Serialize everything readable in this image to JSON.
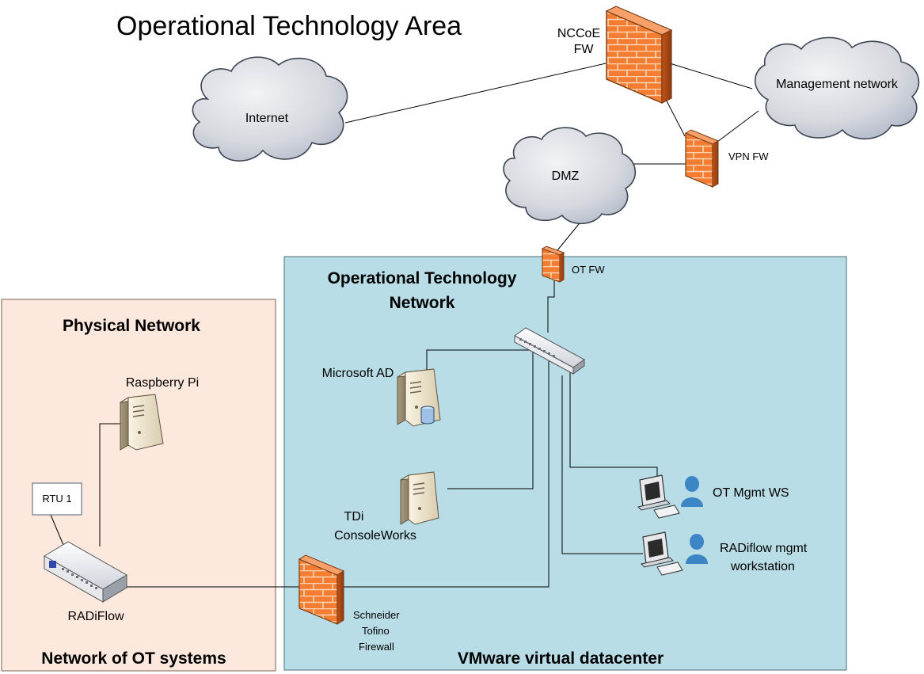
{
  "diagram": {
    "title": "Operational Technology Area",
    "zones": {
      "ot_network": {
        "title_line1": "Operational Technology",
        "title_line2": "Network",
        "footer": "VMware virtual datacenter"
      },
      "physical_network": {
        "title": "Physical Network",
        "footer": "Network of OT systems"
      }
    },
    "clouds": {
      "internet": "Internet",
      "management": "Management network",
      "dmz": "DMZ"
    },
    "firewalls": {
      "nccoe_line1": "NCCoE",
      "nccoe_line2": "FW",
      "vpn": "VPN FW",
      "ot": "OT FW",
      "tofino_line1": "Schneider",
      "tofino_line2": "Tofino",
      "tofino_line3": "Firewall"
    },
    "devices": {
      "microsoft_ad": "Microsoft AD",
      "tdi_line1": "TDi",
      "tdi_line2": "ConsoleWorks",
      "ot_mgmt_ws": "OT Mgmt WS",
      "radiflow_ws_line1": "RADiflow mgmt",
      "radiflow_ws_line2": "workstation",
      "raspberry_pi": "Raspberry Pi",
      "rtu": "RTU 1",
      "radiflow": "RADiFlow"
    },
    "colors": {
      "ot_zone": "#b8dde6",
      "physical_zone": "#fce8dc",
      "firewall_orange": "#f07a30",
      "cloud_gray": "#d8dadf",
      "user_blue": "#3d86c6"
    }
  }
}
